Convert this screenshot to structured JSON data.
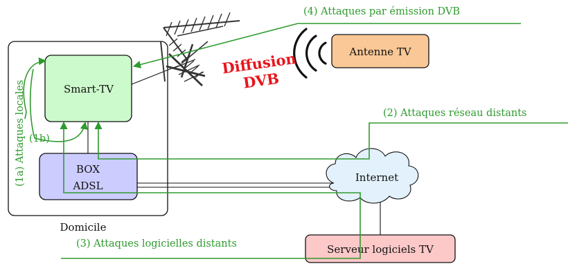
{
  "nodes": {
    "smart_tv": "Smart-TV",
    "box_line1": "BOX",
    "box_line2": "ADSL",
    "internet": "Internet",
    "antenne": "Antenne TV",
    "serveur": "Serveur logiciels TV",
    "domicile": "Domicile"
  },
  "broadcast": {
    "line1": "Diffusion",
    "line2": "DVB"
  },
  "attacks": {
    "a1a": "(1a) Attaques locales",
    "a1b": "(1b)",
    "a2": "(2) Attaques réseau distants",
    "a3": "(3) Attaques logicielles distants",
    "a4": "(4) Attaques par émission DVB"
  },
  "colors": {
    "attack_green": "#2e9a2e",
    "broadcast_red": "#e8141c",
    "tv_fill": "#ccfacc",
    "box_fill": "#ccccff",
    "antenna_fill": "#fac896",
    "server_fill": "#fcc8c8",
    "cloud_fill": "#e2f1fb"
  }
}
